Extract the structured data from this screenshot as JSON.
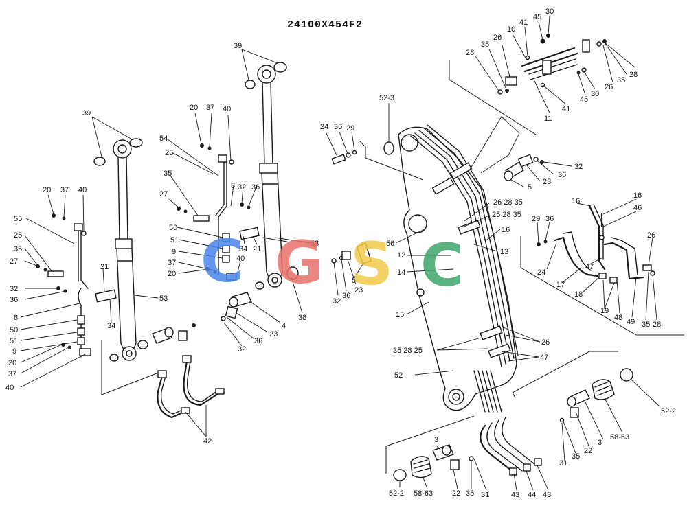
{
  "drawing": {
    "title": "24100X454F2"
  },
  "watermark": {
    "letters": [
      "C",
      "G",
      "S",
      "C"
    ],
    "colors": [
      "#4a86e8",
      "#e8706a",
      "#f3c94b",
      "#3ea56b"
    ]
  },
  "callouts": {
    "c1": "39",
    "c2": "39",
    "c3": "20",
    "c4": "37",
    "c5": "40",
    "c6": "55",
    "c7": "25",
    "c8": "35",
    "c9": "27",
    "c10": "21",
    "c11": "32",
    "c12": "36",
    "c13": "8",
    "c14": "50",
    "c15": "51",
    "c16": "9",
    "c17": "20",
    "c18": "37",
    "c19": "40",
    "c20": "34",
    "c21": "53",
    "c22": "54",
    "c23": "25",
    "c24": "35",
    "c25": "20",
    "c26": "37",
    "c27": "40",
    "c28": "27",
    "c29": "50",
    "c30": "51",
    "c31": "9",
    "c32": "37",
    "c33": "20",
    "c34": "8",
    "c35": "32",
    "c36": "36",
    "c37": "40",
    "c38": "34",
    "c39": "21",
    "c40": "53",
    "c41": "38",
    "c42": "4",
    "c43": "23",
    "c44": "36",
    "c45": "32",
    "c46": "42",
    "c47": "24",
    "c48": "36",
    "c49": "29",
    "c50": "52-3",
    "c51": "56",
    "c52": "5",
    "c53": "32",
    "c54": "36",
    "c55": "23",
    "c56": "12",
    "c57": "13",
    "c58": "14",
    "c59": "15",
    "c60": "26 28 35",
    "c61": "25 28 35",
    "c62": "16",
    "c63": "5",
    "c64": "23",
    "c65": "36",
    "c66": "32",
    "c67": "28",
    "c68": "35",
    "c69": "26",
    "c70": "10",
    "c71": "41",
    "c72": "45",
    "c73": "30",
    "c74": "26",
    "c75": "35",
    "c76": "28",
    "c77": "30",
    "c78": "45",
    "c79": "41",
    "c80": "11",
    "c81": "16",
    "c82": "46",
    "c83": "16",
    "c84": "29",
    "c85": "36",
    "c86": "26",
    "c87": "47",
    "c88": "24",
    "c89": "17",
    "c90": "18",
    "c91": "19",
    "c92": "48",
    "c93": "49",
    "c94": "35",
    "c95": "28",
    "c96": "26",
    "c97": "35 28 25",
    "c98": "47",
    "c99": "52",
    "c100": "52-2",
    "c101": "3",
    "c102": "22",
    "c103": "58-63",
    "c104": "31",
    "c105": "35",
    "c106": "3",
    "c107": "52-2",
    "c108": "58-63",
    "c109": "22",
    "c110": "35",
    "c111": "31",
    "c112": "43",
    "c113": "44",
    "c114": "43"
  }
}
